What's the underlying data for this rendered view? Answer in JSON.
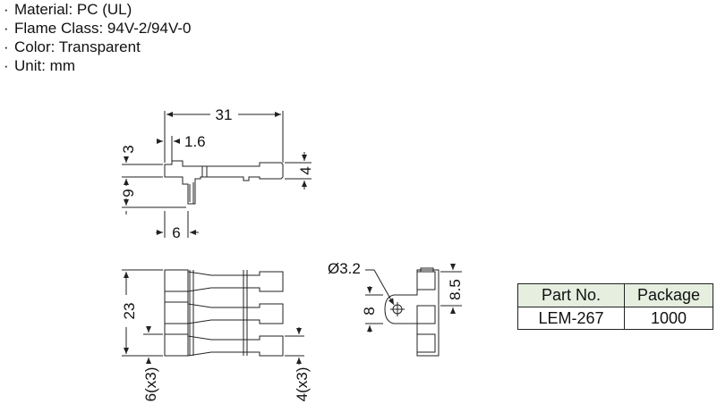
{
  "specs": [
    {
      "bullet": "·",
      "text": "Material: PC (UL)"
    },
    {
      "bullet": "·",
      "text": "Flame Class: 94V-2/94V-0"
    },
    {
      "bullet": "·",
      "text": "Color: Transparent"
    },
    {
      "bullet": "·",
      "text": "Unit: mm"
    }
  ],
  "dimensions": {
    "top_width": "31",
    "top_slot": "1.6",
    "top_head": "3",
    "top_body": "9",
    "top_thickness": "4",
    "top_tab": "6",
    "front_height": "23",
    "front_pitch_left": "6(x3)",
    "front_pitch_right": "4(x3)",
    "side_hole": "Ø3.2",
    "side_hole_offset": "8",
    "side_pitch": "8.5"
  },
  "table": {
    "headers": [
      "Part No.",
      "Package"
    ],
    "rows": [
      [
        "LEM-267",
        "1000"
      ]
    ],
    "header_bg": "#e5eedf"
  }
}
